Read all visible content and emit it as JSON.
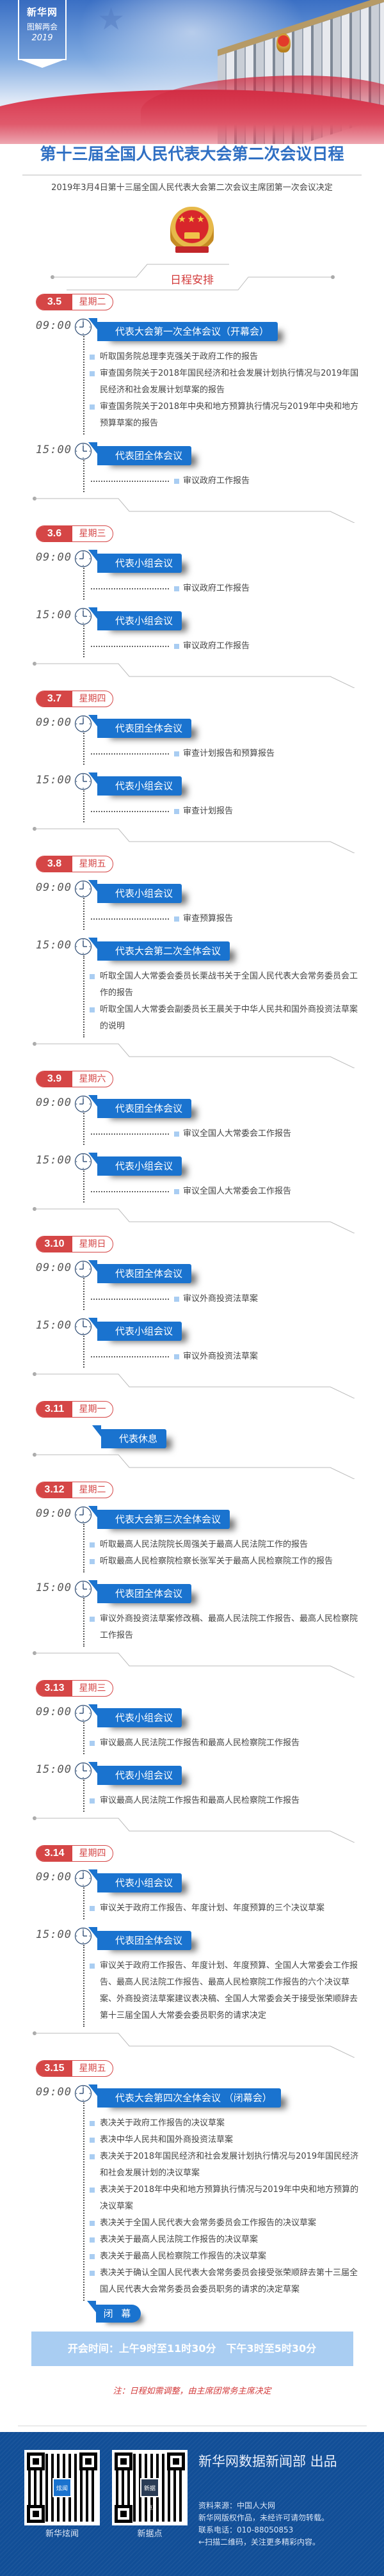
{
  "header": {
    "badge": {
      "line1": "新华网",
      "line2": "图解两会",
      "line3": "2019"
    },
    "title": "第十三届全国人民代表大会第二次会议日程",
    "subtitle": "2019年3月4日第十三届全国人民代表大会第二次会议主席团第一次会议决定"
  },
  "section_title": "日程安排",
  "days": [
    {
      "date": "3.5",
      "weekday": "星期二",
      "sessions": [
        {
          "time": "09:00",
          "clock": "9",
          "meeting": "代表大会第一次全体会议（开幕会）",
          "items": [
            "听取国务院总理李克强关于政府工作的报告",
            "审查国务院关于2018年国民经济和社会发展计划执行情况与2019年国民经济和社会发展计划草案的报告",
            "审查国务院关于2018年中央和地方预算执行情况与2019年中央和地方预算草案的报告"
          ]
        },
        {
          "time": "15:00",
          "clock": "3",
          "meeting": "代表团全体会议",
          "items": [
            "审议政府工作报告"
          ],
          "leader": true
        }
      ]
    },
    {
      "date": "3.6",
      "weekday": "星期三",
      "sessions": [
        {
          "time": "09:00",
          "clock": "9",
          "meeting": "代表小组会议",
          "items": [
            "审议政府工作报告"
          ],
          "leader": true
        },
        {
          "time": "15:00",
          "clock": "3",
          "meeting": "代表小组会议",
          "items": [
            "审议政府工作报告"
          ],
          "leader": true
        }
      ]
    },
    {
      "date": "3.7",
      "weekday": "星期四",
      "sessions": [
        {
          "time": "09:00",
          "clock": "9",
          "meeting": "代表团全体会议",
          "items": [
            "审查计划报告和预算报告"
          ],
          "leader": true
        },
        {
          "time": "15:00",
          "clock": "3",
          "meeting": "代表小组会议",
          "items": [
            "审查计划报告"
          ],
          "leader": true
        }
      ]
    },
    {
      "date": "3.8",
      "weekday": "星期五",
      "sessions": [
        {
          "time": "09:00",
          "clock": "9",
          "meeting": "代表小组会议",
          "items": [
            "审查预算报告"
          ],
          "leader": true
        },
        {
          "time": "15:00",
          "clock": "3",
          "meeting": "代表大会第二次全体会议",
          "items": [
            "听取全国人大常委会委员长栗战书关于全国人民代表大会常务委员会工作的报告",
            "听取全国人大常委会副委员长王晨关于中华人民共和国外商投资法草案的说明"
          ]
        }
      ]
    },
    {
      "date": "3.9",
      "weekday": "星期六",
      "sessions": [
        {
          "time": "09:00",
          "clock": "9",
          "meeting": "代表团全体会议",
          "items": [
            "审议全国人大常委会工作报告"
          ],
          "leader": true
        },
        {
          "time": "15:00",
          "clock": "3",
          "meeting": "代表小组会议",
          "items": [
            "审议全国人大常委会工作报告"
          ],
          "leader": true
        }
      ]
    },
    {
      "date": "3.10",
      "weekday": "星期日",
      "sessions": [
        {
          "time": "09:00",
          "clock": "9",
          "meeting": "代表团全体会议",
          "items": [
            "审议外商投资法草案"
          ],
          "leader": true
        },
        {
          "time": "15:00",
          "clock": "3",
          "meeting": "代表小组会议",
          "items": [
            "审议外商投资法草案"
          ],
          "leader": true
        }
      ]
    },
    {
      "date": "3.11",
      "weekday": "星期一",
      "rest": "代表休息",
      "sessions": []
    },
    {
      "date": "3.12",
      "weekday": "星期二",
      "sessions": [
        {
          "time": "09:00",
          "clock": "9",
          "meeting": "代表大会第三次全体会议",
          "items": [
            "听取最高人民法院院长周强关于最高人民法院工作的报告",
            "听取最高人民检察院检察长张军关于最高人民检察院工作的报告"
          ]
        },
        {
          "time": "15:00",
          "clock": "3",
          "meeting": "代表团全体会议",
          "items": [
            "审议外商投资法草案修改稿、最高人民法院工作报告、最高人民检察院工作报告"
          ]
        }
      ]
    },
    {
      "date": "3.13",
      "weekday": "星期三",
      "sessions": [
        {
          "time": "09:00",
          "clock": "9",
          "meeting": "代表小组会议",
          "items": [
            "审议最高人民法院工作报告和最高人民检察院工作报告"
          ]
        },
        {
          "time": "15:00",
          "clock": "3",
          "meeting": "代表小组会议",
          "items": [
            "审议最高人民法院工作报告和最高人民检察院工作报告"
          ]
        }
      ]
    },
    {
      "date": "3.14",
      "weekday": "星期四",
      "sessions": [
        {
          "time": "09:00",
          "clock": "9",
          "meeting": "代表小组会议",
          "items": [
            "审议关于政府工作报告、年度计划、年度预算的三个决议草案"
          ]
        },
        {
          "time": "15:00",
          "clock": "3",
          "meeting": "代表团全体会议",
          "items": [
            "审议关于政府工作报告、年度计划、年度预算、全国人大常委会工作报告、最高人民法院工作报告、最高人民检察院工作报告的六个决议草案、外商投资法草案建议表决稿、全国人大常委会关于接受张荣顺辞去第十三届全国人大常委会委员职务的请求决定"
          ]
        }
      ]
    },
    {
      "date": "3.15",
      "weekday": "星期五",
      "sessions": [
        {
          "time": "09:00",
          "clock": "9",
          "meeting": "代表大会第四次全体会议 （闭幕会）",
          "items": [
            "表决关于政府工作报告的决议草案",
            "表决中华人民共和国外商投资法草案",
            "表决关于2018年国民经济和社会发展计划执行情况与2019年国民经济和社会发展计划的决议草案",
            "表决关于2018年中央和地方预算执行情况与2019年中央和地方预算的决议草案",
            "表决关于全国人民代表大会常务委员会工作报告的决议草案",
            "表决关于最高人民法院工作报告的决议草案",
            "表决关于最高人民检察院工作报告的决议草案",
            "表决关于确认全国人民代表大会常务委员会接受张荣顺辞去第十三届全国人民代表大会常务委员会委员职务的请求的决定草案"
          ]
        }
      ],
      "closing": "闭 幕"
    }
  ],
  "meeting_hours": "开会时间：上午9时至11时30分　下午3时至5时30分",
  "note": "注：日程如需调整，由主席团常务主席决定",
  "footer": {
    "qr_codes": [
      {
        "caption": "新华炫闻",
        "logo": "炫闻"
      },
      {
        "caption": "新据点",
        "logo": "新据点"
      }
    ],
    "producer": "新华网数据新闻部 出品",
    "info": [
      "资料来源：中国人大网",
      "新华网版权作品，未经许可请勿转载。",
      "联系电话：010-88050853",
      "←扫描二维码，关注更多精彩内容。"
    ]
  },
  "colors": {
    "accent_blue": "#1a73cf",
    "title_blue": "#2f6fc3",
    "date_red": "#d54646",
    "bullet_blue": "#a9cdf2",
    "footer_blue": "#114e97"
  }
}
